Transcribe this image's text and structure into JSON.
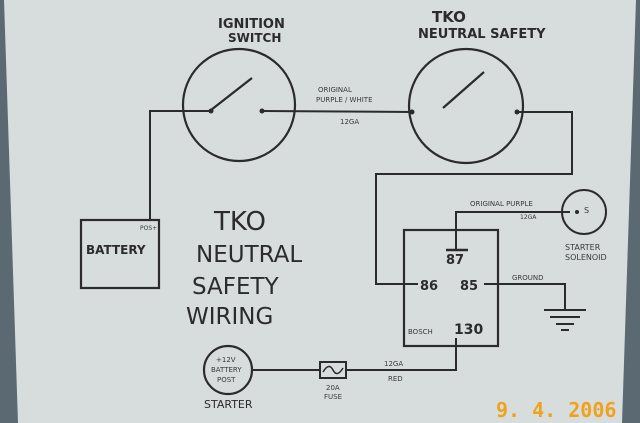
{
  "labels": {
    "ignition_switch_line1": "IGNITION",
    "ignition_switch_line2": "SWITCH",
    "tko_neutral_safety_line1": "TKO",
    "tko_neutral_safety_line2": "NEUTRAL SAFETY",
    "wire_top_line1": "ORIGINAL",
    "wire_top_line2": "PURPLE / WHITE",
    "wire_top_gauge": "12GA",
    "battery": "BATTERY",
    "battery_post": "POS+",
    "title_line1": "TKO",
    "title_line2": "NEUTRAL",
    "title_line3": "SAFETY",
    "title_line4": "WIRING",
    "wire_purple_line1": "ORIGINAL PURPLE",
    "wire_purple_gauge": "12GA",
    "starter_solenoid_s": "S",
    "starter_solenoid_line1": "STARTER",
    "starter_solenoid_line2": "SOLENOID",
    "relay_87": "87",
    "relay_86": "86",
    "relay_85": "85",
    "relay_30": "130",
    "relay_bosch": "BOSCH",
    "ground": "GROUND",
    "starter_post_line1": "+12V",
    "starter_post_line2": "BATTERY",
    "starter_post_line3": "POST",
    "starter": "STARTER",
    "fuse_line1": "20A",
    "fuse_line2": "FUSE",
    "wire_bottom_gauge": "12GA",
    "wire_bottom_color": "RED",
    "date_stamp": "9. 4. 2006"
  },
  "colors": {
    "paper": "#d7dcdd",
    "ink": "#2b2b2b",
    "date_stamp": "#f0a21c",
    "background": "#5b6a72"
  }
}
